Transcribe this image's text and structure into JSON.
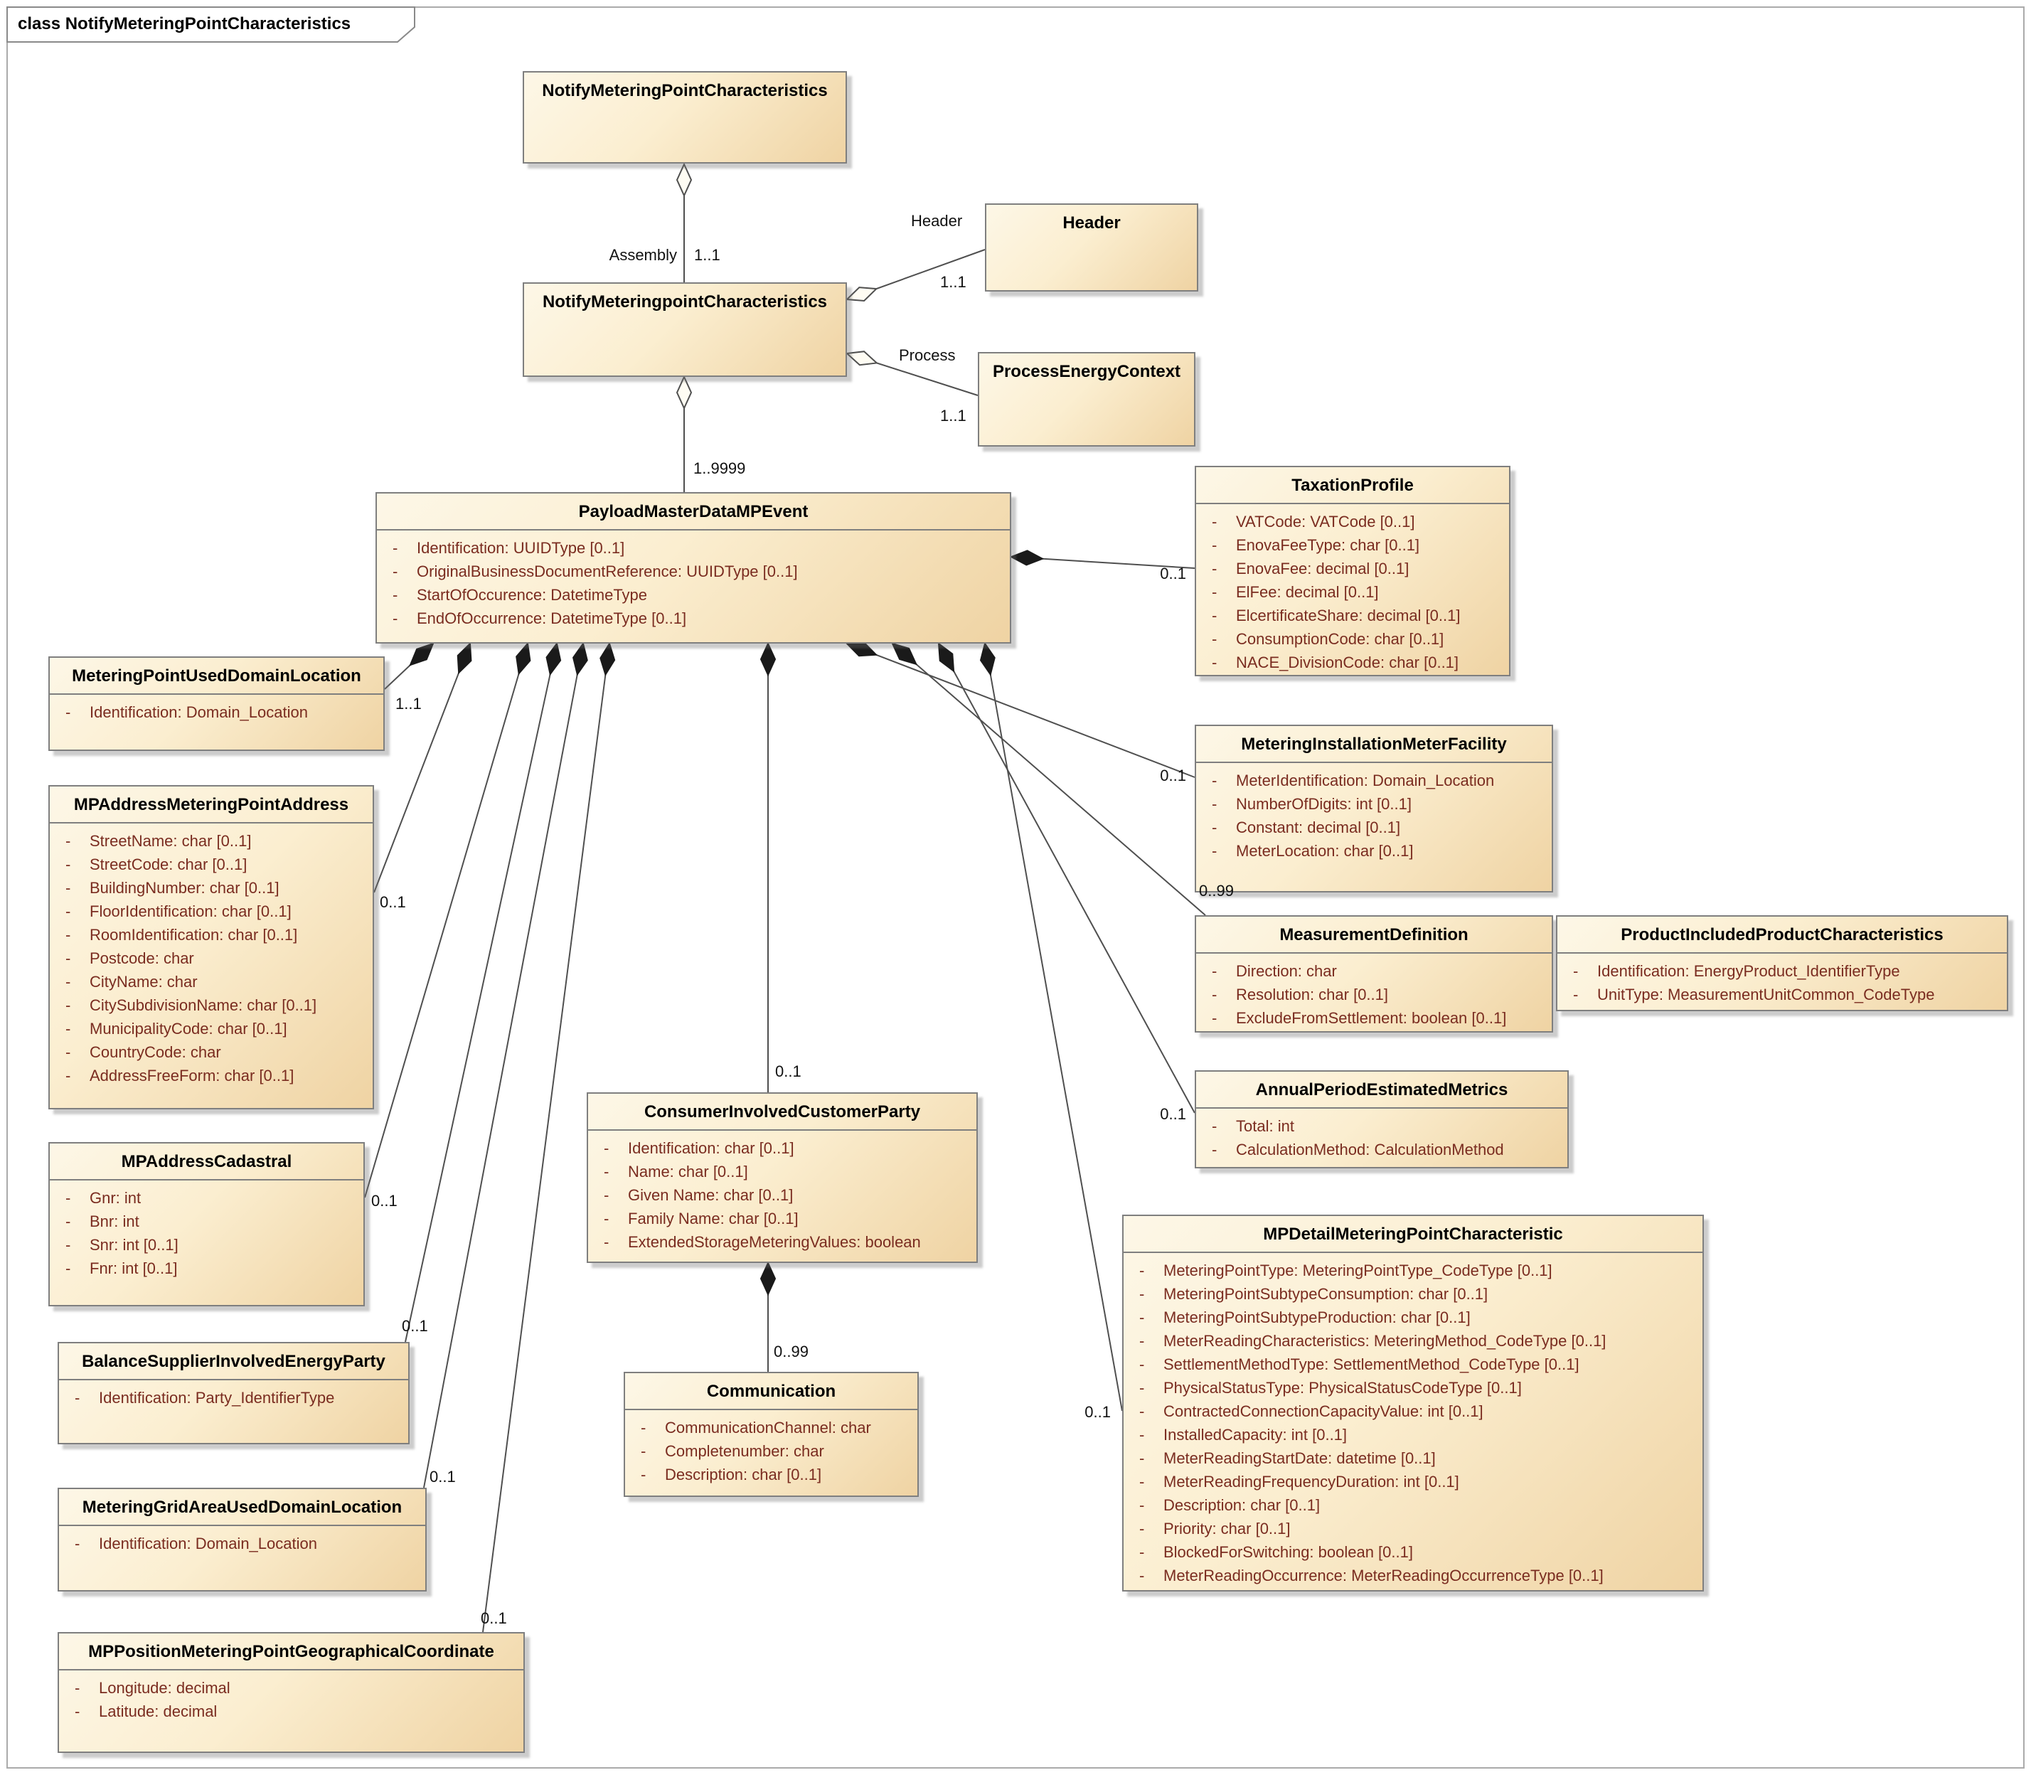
{
  "frame": {
    "label": "class NotifyMeteringPointCharacteristics"
  },
  "classes": {
    "notify_metering_point_characteristics": {
      "title": "NotifyMeteringPointCharacteristics",
      "attributes": []
    },
    "notify_meteringpoint_characteristics": {
      "title": "NotifyMeteringpointCharacteristics",
      "attributes": []
    },
    "header": {
      "title": "Header",
      "attributes": []
    },
    "process_energy_context": {
      "title": "ProcessEnergyContext",
      "attributes": []
    },
    "payload_master_data_mp_event": {
      "title": "PayloadMasterDataMPEvent",
      "attributes": [
        "Identification: UUIDType [0..1]",
        "OriginalBusinessDocumentReference: UUIDType [0..1]",
        "StartOfOccurence: DatetimeType",
        "EndOfOccurrence: DatetimeType [0..1]"
      ]
    },
    "taxation_profile": {
      "title": "TaxationProfile",
      "attributes": [
        "VATCode: VATCode [0..1]",
        "EnovaFeeType: char [0..1]",
        "EnovaFee: decimal [0..1]",
        "ElFee: decimal [0..1]",
        "ElcertificateShare: decimal [0..1]",
        "ConsumptionCode: char [0..1]",
        "NACE_DivisionCode: char [0..1]"
      ]
    },
    "metering_point_used_domain_location": {
      "title": "MeteringPointUsedDomainLocation",
      "attributes": [
        "Identification: Domain_Location"
      ]
    },
    "mp_address_metering_point_address": {
      "title": "MPAddressMeteringPointAddress",
      "attributes": [
        "StreetName: char [0..1]",
        "StreetCode: char [0..1]",
        "BuildingNumber: char [0..1]",
        "FloorIdentification: char [0..1]",
        "RoomIdentification: char [0..1]",
        "Postcode: char",
        "CityName: char",
        "CitySubdivisionName: char [0..1]",
        "MunicipalityCode: char [0..1]",
        "CountryCode: char",
        "AddressFreeForm: char [0..1]"
      ]
    },
    "mp_address_cadastral": {
      "title": "MPAddressCadastral",
      "attributes": [
        "Gnr: int",
        "Bnr: int",
        "Snr: int [0..1]",
        "Fnr: int [0..1]"
      ]
    },
    "balance_supplier_involved_energy_party": {
      "title": "BalanceSupplierInvolvedEnergyParty",
      "attributes": [
        "Identification: Party_IdentifierType"
      ]
    },
    "metering_grid_area_used_domain_location": {
      "title": "MeteringGridAreaUsedDomainLocation",
      "attributes": [
        "Identification: Domain_Location"
      ]
    },
    "mp_position_metering_point_geographical_coordinate": {
      "title": "MPPositionMeteringPointGeographicalCoordinate",
      "attributes": [
        "Longitude: decimal",
        "Latitude: decimal"
      ]
    },
    "consumer_involved_customer_party": {
      "title": "ConsumerInvolvedCustomerParty",
      "attributes": [
        "Identification: char [0..1]",
        "Name: char [0..1]",
        "Given Name: char [0..1]",
        "Family Name: char [0..1]",
        "ExtendedStorageMeteringValues: boolean"
      ]
    },
    "communication": {
      "title": "Communication",
      "attributes": [
        "CommunicationChannel: char",
        "Completenumber: char",
        "Description: char [0..1]"
      ]
    },
    "metering_installation_meter_facility": {
      "title": "MeteringInstallationMeterFacility",
      "attributes": [
        "MeterIdentification: Domain_Location",
        "NumberOfDigits: int [0..1]",
        "Constant: decimal [0..1]",
        "MeterLocation: char [0..1]"
      ]
    },
    "measurement_definition": {
      "title": "MeasurementDefinition",
      "attributes": [
        "Direction: char",
        "Resolution: char [0..1]",
        "ExcludeFromSettlement: boolean [0..1]"
      ]
    },
    "product_included_product_characteristics": {
      "title": "ProductIncludedProductCharacteristics",
      "attributes": [
        "Identification: EnergyProduct_IdentifierType",
        "UnitType: MeasurementUnitCommon_CodeType"
      ]
    },
    "annual_period_estimated_metrics": {
      "title": "AnnualPeriodEstimatedMetrics",
      "attributes": [
        "Total: int",
        "CalculationMethod: CalculationMethod"
      ]
    },
    "mp_detail_metering_point_characteristic": {
      "title": "MPDetailMeteringPointCharacteristic",
      "attributes": [
        "MeteringPointType: MeteringPointType_CodeType [0..1]",
        "MeteringPointSubtypeConsumption: char [0..1]",
        "MeteringPointSubtypeProduction: char [0..1]",
        "MeterReadingCharacteristics: MeteringMethod_CodeType [0..1]",
        "SettlementMethodType: SettlementMethod_CodeType [0..1]",
        "PhysicalStatusType: PhysicalStatusCodeType [0..1]",
        "ContractedConnectionCapacityValue: int [0..1]",
        "InstalledCapacity: int [0..1]",
        "MeterReadingStartDate: datetime [0..1]",
        "MeterReadingFrequencyDuration: int [0..1]",
        "Description: char [0..1]",
        "Priority: char [0..1]",
        "BlockedForSwitching: boolean [0..1]",
        "MeterReadingOccurrence: MeterReadingOccurrenceType [0..1]"
      ]
    }
  },
  "edges": {
    "assembly": {
      "role": "Assembly",
      "multiplicity": "1..1"
    },
    "header": {
      "role": "Header",
      "multiplicity": "1..1"
    },
    "process": {
      "role": "Process",
      "multiplicity": "1..1"
    },
    "payload": {
      "multiplicity": "1..9999"
    },
    "taxation_profile": {
      "multiplicity": "0..1"
    },
    "metering_point_used_domain_location": {
      "multiplicity": "1..1"
    },
    "mp_address_metering_point_address": {
      "multiplicity": "0..1"
    },
    "mp_address_cadastral": {
      "multiplicity": "0..1"
    },
    "balance_supplier_involved_energy_party": {
      "multiplicity": "0..1"
    },
    "metering_grid_area_used_domain_location": {
      "multiplicity": "0..1"
    },
    "mp_position_geographical_coordinate": {
      "multiplicity": "0..1"
    },
    "consumer_involved_customer_party": {
      "multiplicity": "0..1"
    },
    "metering_installation_meter_facility": {
      "multiplicity": "0..1"
    },
    "measurement_definition": {
      "multiplicity": "0..99"
    },
    "annual_period_estimated_metrics": {
      "multiplicity": "0..1"
    },
    "mp_detail_metering_point_characteristic": {
      "multiplicity": "0..1"
    },
    "communication": {
      "multiplicity": "0..99"
    }
  },
  "colors": {
    "box_fill_light": "#fdf7e7",
    "box_fill_dark": "#efd3a3",
    "box_border": "#7f7f7f",
    "attribute_text": "#7a2c20",
    "connector": "#4f4f4f"
  }
}
